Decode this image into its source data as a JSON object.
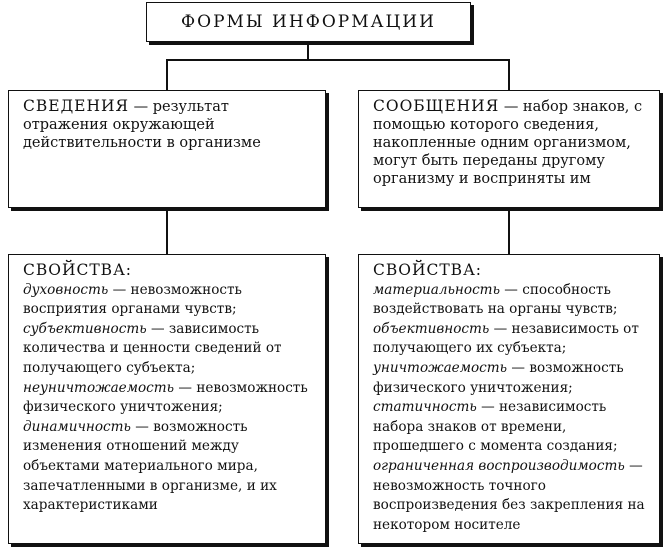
{
  "title": "ФОРМЫ ИНФОРМАЦИИ",
  "left": {
    "heading": "СВЕДЕНИЯ",
    "definition": " — результат отражения окружающей действительности в организме",
    "properties_heading": "СВОЙСТВА:",
    "properties": [
      {
        "term": "духовность",
        "text": " — невозможность восприятия органами чувств;"
      },
      {
        "term": "субъективность",
        "text": " — зависимость количества и ценности сведений от получающего субъекта;"
      },
      {
        "term": "неуничтожаемость",
        "text": " — невозможность физического уничтожения;"
      },
      {
        "term": "динамичность",
        "text": " — возможность изменения отношений между объектами материального мира, запечатленными в организме, и их характеристиками"
      }
    ]
  },
  "right": {
    "heading": "СООБЩЕНИЯ",
    "definition": " — набор знаков, с помощью которого сведения, накопленные одним организмом, могут быть переданы другому организму и восприняты им",
    "properties_heading": "СВОЙСТВА:",
    "properties": [
      {
        "term": "материальность",
        "text": " — способность воздействовать на органы чувств;"
      },
      {
        "term": "объективность",
        "text": " — независимость от получающего их субъекта;"
      },
      {
        "term": "уничтожаемость",
        "text": " — возможность физического уничтожения;"
      },
      {
        "term": "статичность",
        "text": " — независимость набора знаков от времени, прошедшего с момента создания;"
      },
      {
        "term": "ограниченная воспроизводимость",
        "text": " — невозможность точного воспроизведения без закрепления на некотором носителе"
      }
    ]
  }
}
